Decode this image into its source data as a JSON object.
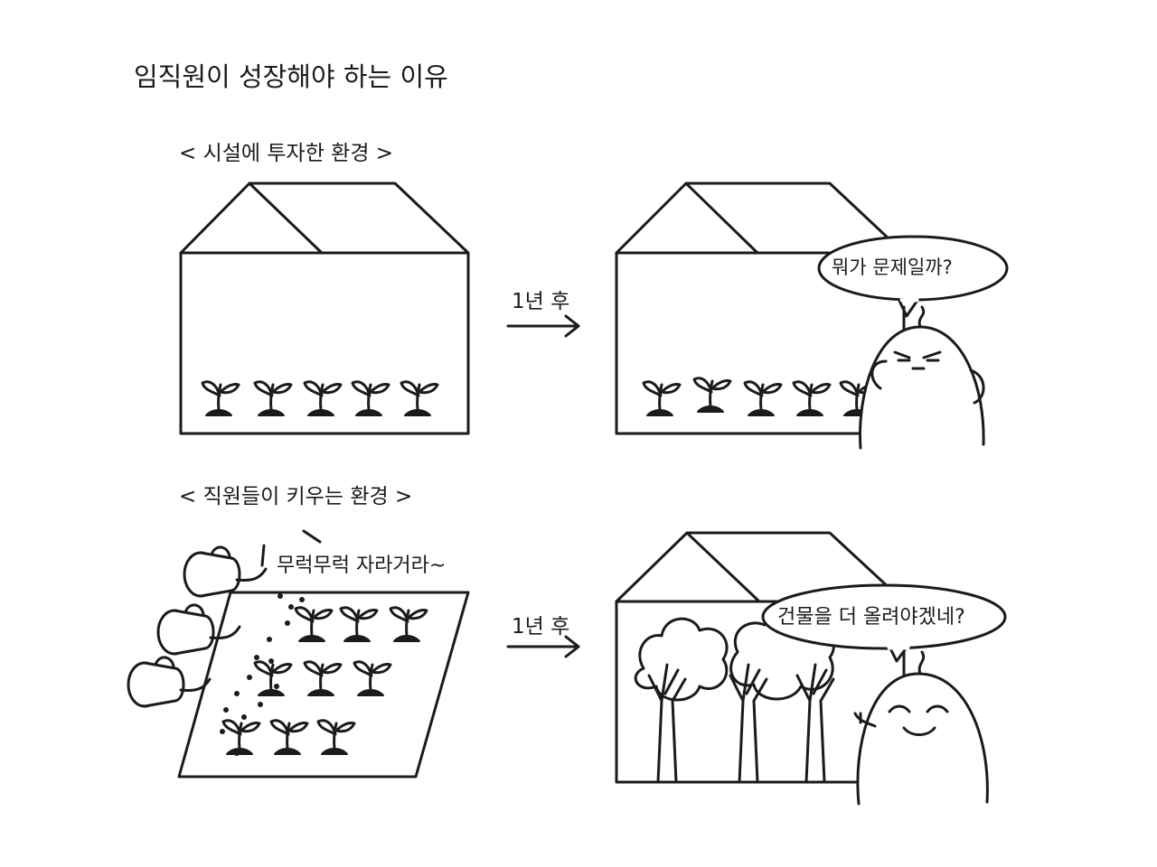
{
  "title": "임직원이 성장해야 하는 이유",
  "section_facility": {
    "label": "< 시설에 투자한 환경 >",
    "arrow_label": "1년 후",
    "speech": "뭐가 문제일까?"
  },
  "section_staff": {
    "label": "< 직원들이 키우는 환경 >",
    "arrow_label": "1년 후",
    "caption": "무럭무럭 자라거라~",
    "speech": "건물을 더 올려야겠네?"
  },
  "colors": {
    "ink": "#1b1b1b",
    "paper": "#ffffff"
  }
}
